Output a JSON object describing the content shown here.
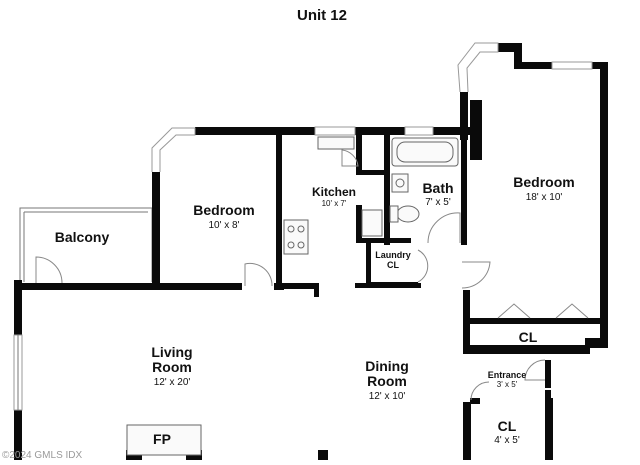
{
  "plan": {
    "title": "Unit 12",
    "watermark": "©2024 GMLS IDX",
    "rooms": {
      "bedroom_left": {
        "name": "Bedroom",
        "size": "10' x 8'"
      },
      "balcony": {
        "name": "Balcony"
      },
      "kitchen": {
        "name": "Kitchen",
        "size": "10' x 7'"
      },
      "bath": {
        "name": "Bath",
        "size": "7' x 5'"
      },
      "bedroom_right": {
        "name": "Bedroom",
        "size": "18' x 10'"
      },
      "laundry": {
        "name_line1": "Laundry",
        "name_line2": "CL"
      },
      "closet_bedroom": {
        "name": "CL"
      },
      "living": {
        "name_line1": "Living",
        "name_line2": "Room",
        "size": "12' x 20'"
      },
      "dining": {
        "name_line1": "Dining",
        "name_line2": "Room",
        "size": "12' x 10'"
      },
      "entrance": {
        "name": "Entrance",
        "size": "3' x 5'"
      },
      "closet_entrance": {
        "name": "CL",
        "size": "4' x 5'"
      },
      "fireplace": {
        "name": "FP"
      }
    }
  }
}
